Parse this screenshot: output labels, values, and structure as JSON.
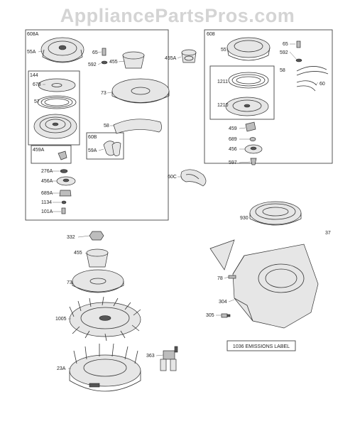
{
  "watermark": "AppliancePartsPros.com",
  "groups": {
    "g608A": "608A",
    "g144": "144",
    "g459A": "459A",
    "g608": "608",
    "g60B": "60B"
  },
  "emissions_label": "1036 EMISSIONS LABEL",
  "callouts": {
    "c55A": "55A",
    "c65a": "65",
    "c592a": "592",
    "c455": "455",
    "c455A": "455A",
    "c678": "678",
    "c57": "57",
    "c73a": "73",
    "c58a": "58",
    "c59A": "59A",
    "c276A": "276A",
    "c456A": "456A",
    "c689A": "689A",
    "c1134": "1134",
    "c101A": "101A",
    "c60C": "60C",
    "c55": "55",
    "c65b": "65",
    "c592b": "592",
    "c58b": "58",
    "c60": "60",
    "c1211": "1211",
    "c1210": "1210",
    "c459": "459",
    "c689": "689",
    "c456": "456",
    "c597": "597",
    "c930": "930",
    "c37": "37",
    "c332": "332",
    "c455b": "455",
    "c73b": "73",
    "c1005": "1005",
    "c23A": "23A",
    "c363": "363",
    "c78": "78",
    "c304": "304",
    "c305": "305"
  }
}
